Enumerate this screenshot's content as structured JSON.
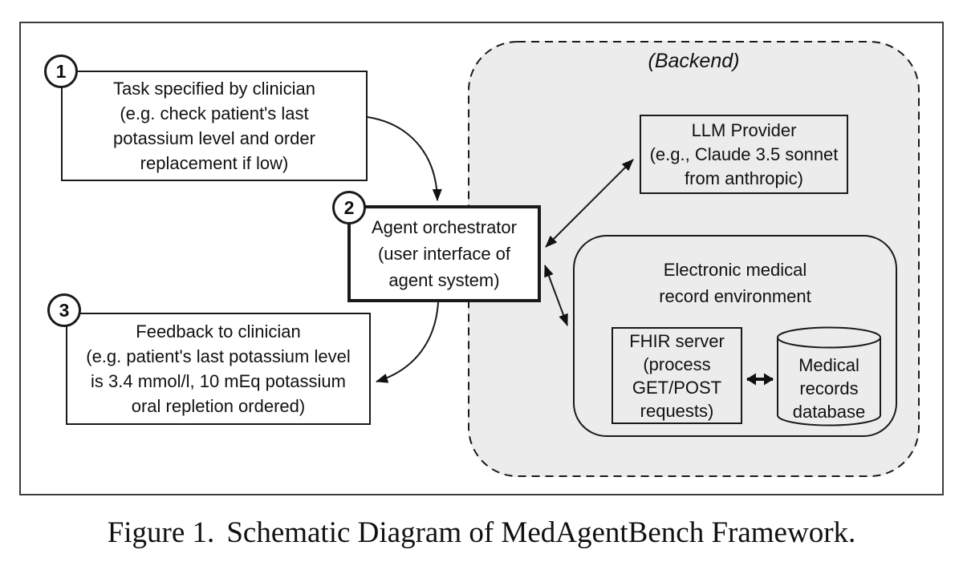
{
  "figure": {
    "caption_label": "Figure 1.",
    "caption_text": "Schematic Diagram of MedAgentBench Framework."
  },
  "diagram": {
    "steps": [
      {
        "number": "1",
        "text": "Task specified by clinician\n(e.g. check patient's last\npotassium level and order\nreplacement if low)"
      },
      {
        "number": "2",
        "text": "Agent orchestrator\n(user interface of\nagent system)"
      },
      {
        "number": "3",
        "text": "Feedback to clinician\n(e.g. patient's last potassium level\nis 3.4 mmol/l, 10 mEq potassium\noral repletion ordered)"
      }
    ],
    "backend": {
      "label": "(Backend)",
      "llm_provider": "LLM Provider\n(e.g., Claude 3.5 sonnet\nfrom anthropic)",
      "emr": {
        "label": "Electronic medical\nrecord environment",
        "fhir_server": "FHIR server\n(process\nGET/POST\nrequests)",
        "database": "Medical\nrecords\ndatabase"
      }
    },
    "colors": {
      "backend_fill": "#ececec",
      "line": "#1a1a1a"
    }
  }
}
